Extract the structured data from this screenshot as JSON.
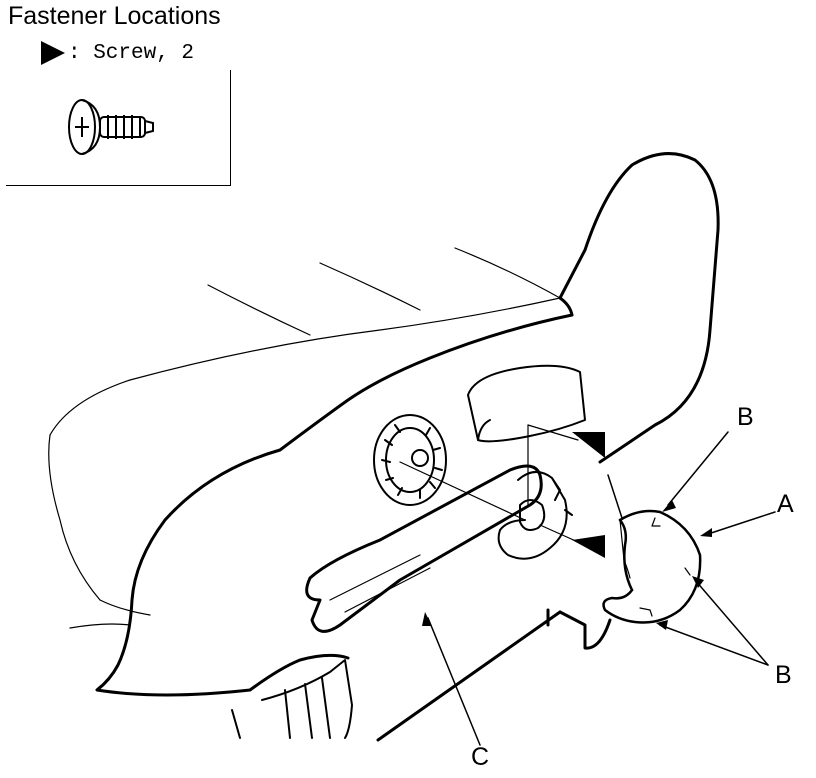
{
  "legend": {
    "title": "Fastener Locations",
    "item_text": ": Screw, 2"
  },
  "callouts": {
    "a": "A",
    "b_top": "B",
    "b_bottom": "B",
    "c": "C"
  },
  "icons": {
    "fastener_marker": "black-triangle-icon",
    "screw": "screw-icon"
  },
  "colors": {
    "line": "#000000",
    "background": "#ffffff"
  }
}
